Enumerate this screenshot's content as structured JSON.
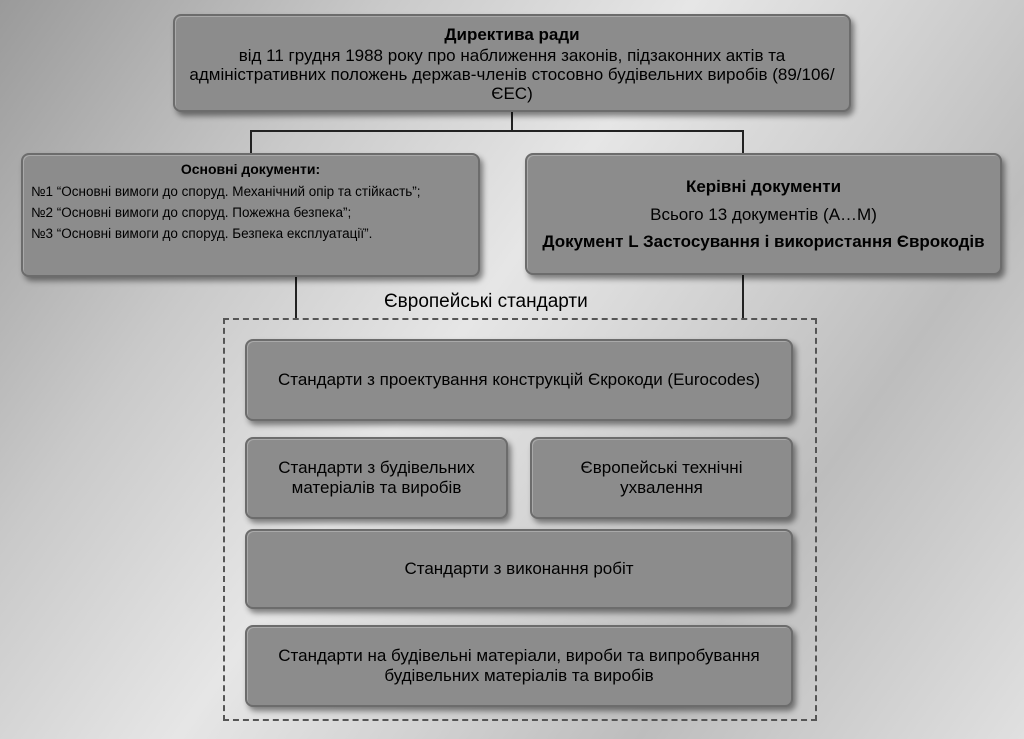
{
  "directive": {
    "title": "Директива ради",
    "body": "від 11 грудня 1988 року про наближення законів, підзаконних актів та адміністративних положень держав-членів стосовно будівельних виробів  (89/106/ЄЕС)"
  },
  "basic_documents": {
    "title": "Основні документи:",
    "items": [
      "№1 “Основні вимоги до споруд. Механічний опір та стійкасть”;",
      "№2 “Основні вимоги до споруд. Пожежна безпека”;",
      "№3 “Основні вимоги до споруд. Безпека експлуатації”."
    ]
  },
  "guidance_documents": {
    "title": "Керівні документи",
    "count": "Всього 13 документів (A…M)",
    "doc_l": "Документ L Застосування і використання Єврокодів"
  },
  "european_standards": {
    "label": "Європейські стандарти",
    "design": "Стандарти з проектування конструкцій Єкрокоди (Eurocodes)",
    "materials": "Стандарти з будівельних матеріалів та виробів",
    "approvals": "Європейські технічні ухвалення",
    "execution": "Стандарти з виконання робіт",
    "testing": "Стандарти на будівельні матеріали, вироби та випробування будівельних матеріалів та виробів"
  }
}
